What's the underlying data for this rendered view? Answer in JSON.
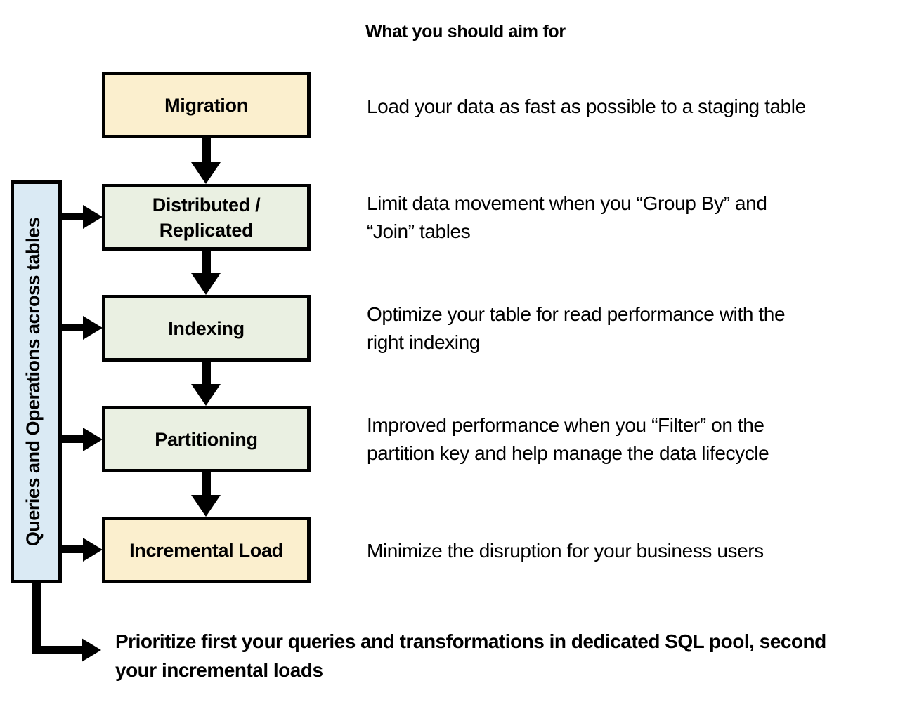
{
  "title": "What you should aim for",
  "sidebar": {
    "label": "Queries and Operations across tables"
  },
  "boxes": [
    {
      "label": "Migration",
      "description": "Load your data as fast as possible to a staging table"
    },
    {
      "label": "Distributed / Replicated",
      "description": "Limit data movement when you “Group By” and “Join” tables"
    },
    {
      "label": "Indexing",
      "description": "Optimize your table for read performance with the right indexing"
    },
    {
      "label": "Partitioning",
      "description": "Improved performance when you “Filter” on the partition key and help manage the data lifecycle"
    },
    {
      "label": "Incremental Load",
      "description": "Minimize the disruption for your business users"
    }
  ],
  "footer": "Prioritize first your queries and transformations in dedicated SQL pool, second your incremental loads",
  "colors": {
    "box_cream": "#FBEFCE",
    "box_green": "#EAF0E2",
    "sidebar_blue": "#DAEAF4",
    "border": "#000000"
  }
}
